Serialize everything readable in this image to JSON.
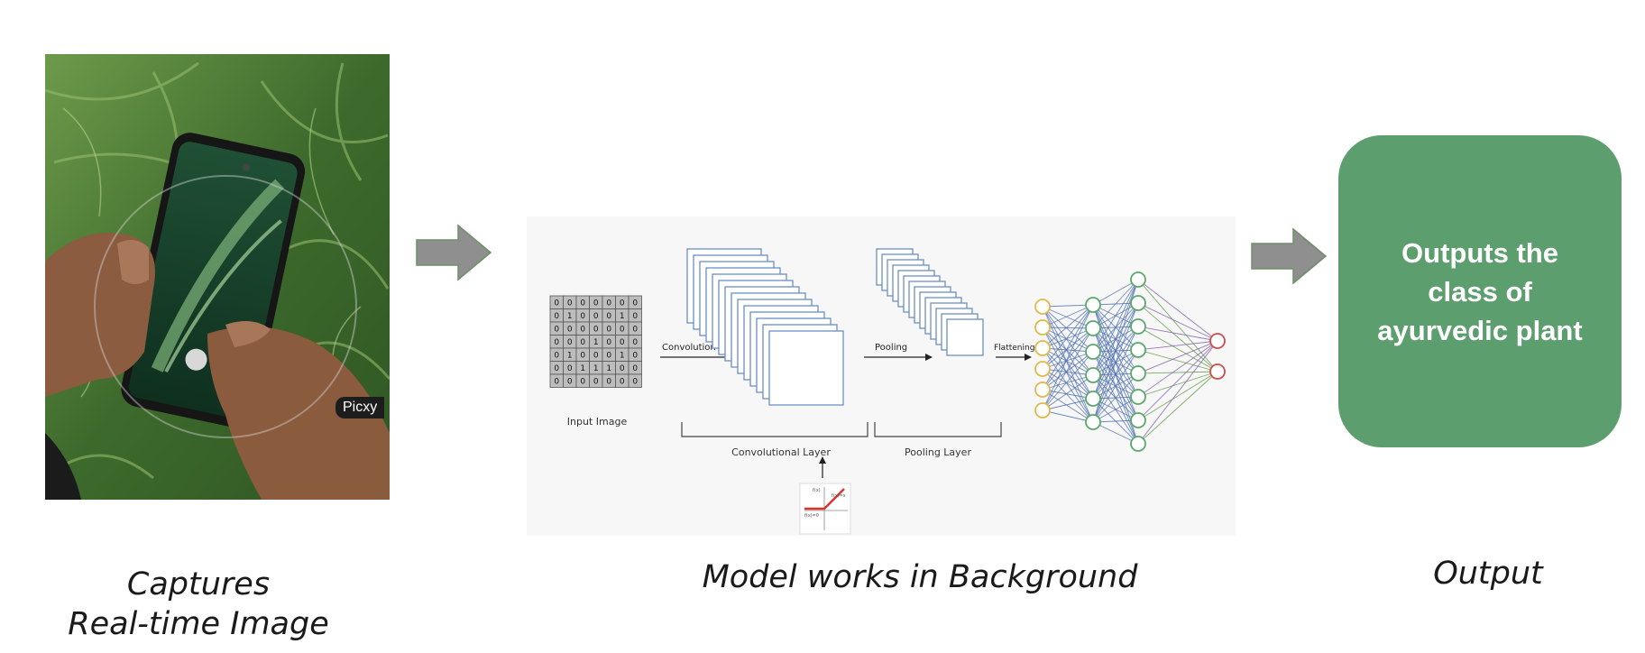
{
  "photo": {
    "watermark": "Picxy"
  },
  "cnn": {
    "input_matrix": [
      [
        0,
        0,
        0,
        0,
        0,
        0,
        0
      ],
      [
        0,
        1,
        0,
        0,
        0,
        1,
        0
      ],
      [
        0,
        0,
        0,
        0,
        0,
        0,
        0
      ],
      [
        0,
        0,
        0,
        1,
        0,
        0,
        0
      ],
      [
        0,
        1,
        0,
        0,
        0,
        1,
        0
      ],
      [
        0,
        0,
        1,
        1,
        1,
        0,
        0
      ],
      [
        0,
        0,
        0,
        0,
        0,
        0,
        0
      ]
    ],
    "input_label": "Input Image",
    "convolution_label": "Convolution",
    "pooling_label": "Pooling",
    "flattening_label": "Flattening",
    "conv_layer_label": "Convolutional Layer",
    "pool_layer_label": "Pooling Layer",
    "relu_y_label": "f(x)",
    "relu_fn_label": "f(x)=x",
    "relu_zero_label": "f(x)=0"
  },
  "output": {
    "box_text": "Outputs the class of ayurvedic plant"
  },
  "captions": {
    "capture_line1": "Captures",
    "capture_line2": "Real-time Image",
    "model": "Model works in Background",
    "output": "Output"
  },
  "colors": {
    "arrow": "#8f8f8f",
    "output_box": "#5d9e6e",
    "layer_stroke": "#6b8fc6",
    "input_node": "#e0b84a",
    "hidden_node": "#5aa86a",
    "output_node": "#d24a4a",
    "relu_line": "#d6362f"
  },
  "icons": [
    "arrow-right-icon",
    "arrow-right-icon"
  ]
}
